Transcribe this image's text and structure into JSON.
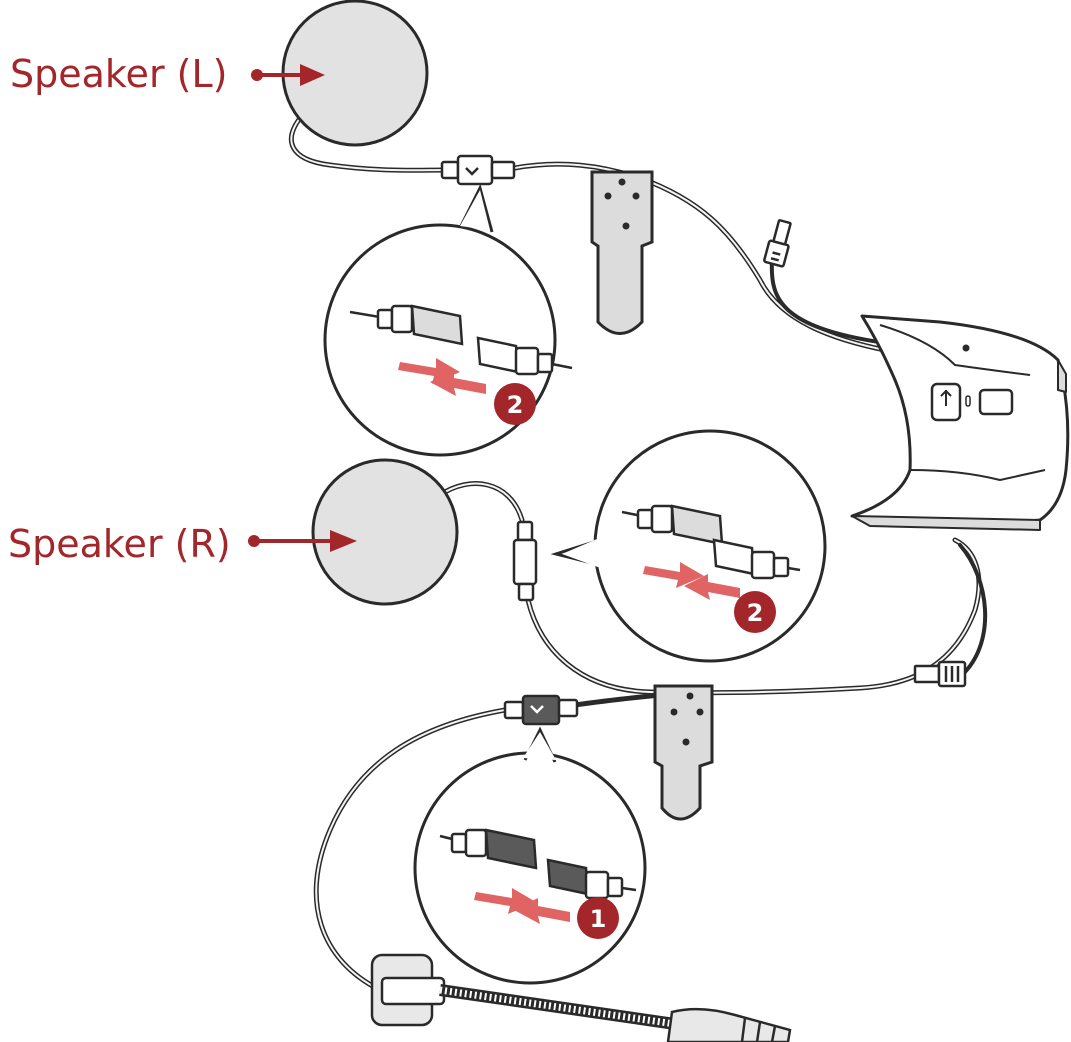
{
  "labels": {
    "speaker_left": "Speaker (L)",
    "speaker_right": "Speaker (R)"
  },
  "steps": {
    "step1": "1",
    "step2_left": "2",
    "step2_right": "2"
  },
  "colors": {
    "accent": "#a3262a",
    "arrow_light": "#e06464",
    "speaker_fill": "#e2e2e2",
    "outline": "#2a2a2a",
    "part_fill": "#dcdcdc",
    "dark_part": "#5a5a5a"
  }
}
